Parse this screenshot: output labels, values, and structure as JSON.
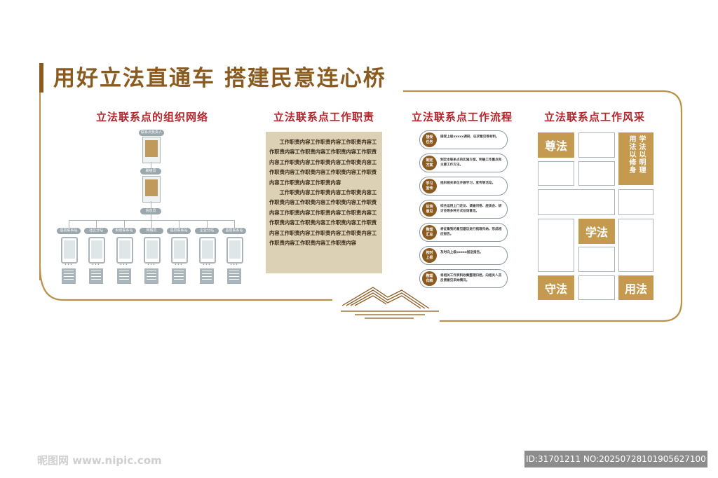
{
  "main_title": "用好立法直通车  搭建民意连心桥",
  "sections": {
    "org_title": "立法联系点的组织网络",
    "duty_title": "立法联系点工作职责",
    "flow_title": "立法联系点工作流程",
    "style_title": "立法联系点工作风采"
  },
  "org": {
    "top_label": "联系点负责人",
    "mid_label": "联络员",
    "bottom_label": "信息员",
    "dots": "•••",
    "branches": [
      "基层联系站",
      "社区分站",
      "街道联系站",
      "网格员",
      "基层联系站",
      "企业分站",
      "基层联系站"
    ]
  },
  "duties": {
    "para1": "工作职责内容工作职责内容工作职责内容工作职责内容工作职责内容工作职责内容工作职责内容工作职责内容工作职责内容工作职责内容工作职责内容工作职责内容工作职责内容工作职责内容工作职责内容工作职责内容",
    "para2": "工作职责内容工作职责内容工作职责内容工作职责内容工作职责内容工作职责内容工作职责内容工作职责内容工作职责内容工作职责内容工作职责内容工作职责内容工作职责内容工作职责内容工作职责内容工作职责内容工作职责内容工作职责内容工作职责内容工作职责内容"
  },
  "flow": [
    {
      "badge": "接受任务",
      "text": "接受上级xxxxx调研，征求意见等材料。"
    },
    {
      "badge": "制定方案",
      "text": "制定本联系点的实施方案，明确工作重点和主要工作方法。"
    },
    {
      "badge": "学习宣传",
      "text": "组织相关单位开展学习，宣传等活动。"
    },
    {
      "badge": "征询意见",
      "text": "综合运用上门走访、调查问卷、座谈会、研讨会等多种方式征询意见。"
    },
    {
      "badge": "整理汇总",
      "text": "将征集到的意见建议进行梳理归纳，形成相应报告。"
    },
    {
      "badge": "按时上报",
      "text": "及时向上级xxxxx报送报告。"
    },
    {
      "badge": "整理归档",
      "text": "将相关工作资料收集整理归档，向相关人员反馈意见采纳情况。"
    }
  ],
  "style_labels": {
    "a": "尊法",
    "b": "学法",
    "c": "守法",
    "d": "用法",
    "e": "学法以明理 用法以修身"
  },
  "watermark": {
    "left": "昵图网 www.nipic.com",
    "right": "ID:31701211 NO:20250728101905627100"
  },
  "colors": {
    "brand_brown": "#8b5a1f",
    "accent_red": "#b3262b",
    "gold": "#c39a50",
    "line_gold": "#b8924a",
    "gray_blue": "#a9b5ba"
  }
}
